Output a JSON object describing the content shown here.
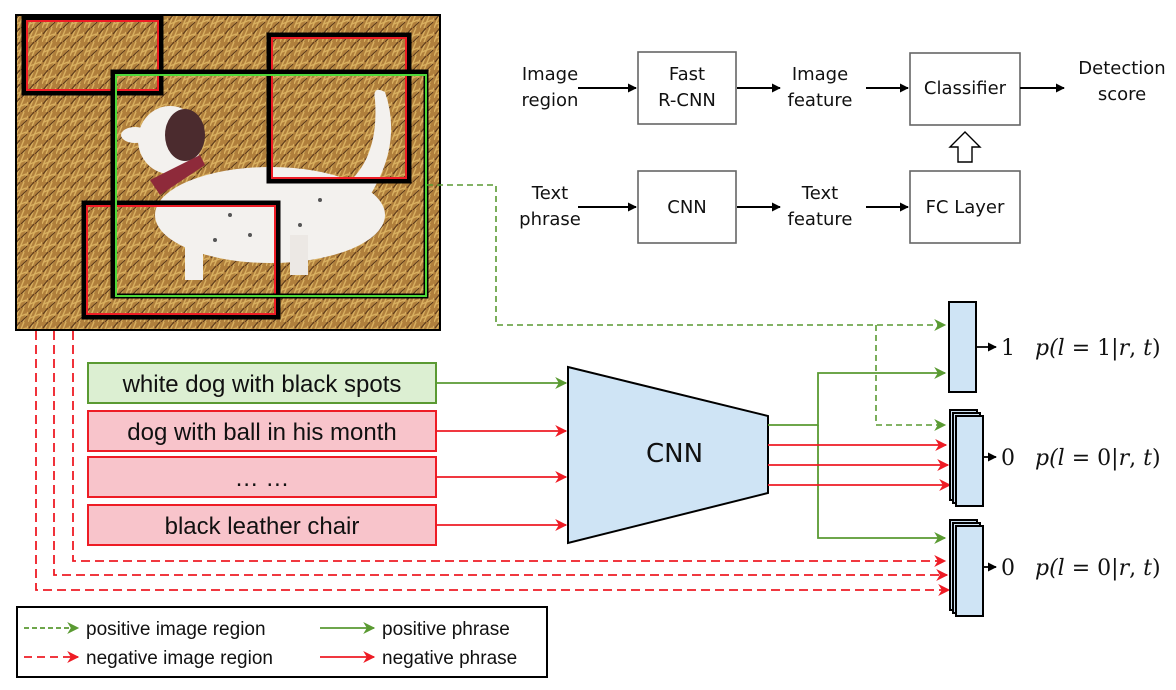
{
  "colors": {
    "positive": "#5a9a32",
    "negative": "#ee1c25",
    "positive_fill": "#dcefd2",
    "negative_fill": "#f8c4cb",
    "net_fill": "#cfe4f5",
    "box_stroke": "#666666",
    "ink": "#000000"
  },
  "photo": {
    "description": "Photo of a white dog with dark spots standing in dry golden grass",
    "boxes": [
      {
        "type": "negative"
      },
      {
        "type": "negative"
      },
      {
        "type": "positive"
      },
      {
        "type": "negative"
      }
    ]
  },
  "pipeline": {
    "row1": {
      "input": [
        "Image",
        "region"
      ],
      "block": [
        "Fast",
        "R-CNN"
      ],
      "feature": [
        "Image",
        "feature"
      ],
      "classifier": "Classifier",
      "output": [
        "Detection",
        "score"
      ]
    },
    "row2": {
      "input": [
        "Text",
        "phrase"
      ],
      "block": "CNN",
      "feature": [
        "Text",
        "feature"
      ],
      "fc": "FC Layer"
    }
  },
  "phrases": [
    {
      "text": "white dog with black spots",
      "type": "positive"
    },
    {
      "text": "dog with ball in his month",
      "type": "negative"
    },
    {
      "text": "… …",
      "type": "negative"
    },
    {
      "text": "black leather chair",
      "type": "negative"
    }
  ],
  "text_cnn_label": "CNN",
  "outputs": [
    {
      "label": "1",
      "prob_prefix": "p(",
      "var": "l",
      "eq": " = 1|",
      "r": "r",
      "comma": ", ",
      "t": "t",
      "close": ")"
    },
    {
      "label": "0",
      "prob_prefix": "p(",
      "var": "l",
      "eq": " = 0|",
      "r": "r",
      "comma": ", ",
      "t": "t",
      "close": ")"
    },
    {
      "label": "0",
      "prob_prefix": "p(",
      "var": "l",
      "eq": " = 0|",
      "r": "r",
      "comma": ", ",
      "t": "t",
      "close": ")"
    }
  ],
  "legend": {
    "items": [
      {
        "label": "positive image region",
        "style": "dashed",
        "type": "positive"
      },
      {
        "label": "positive phrase",
        "style": "solid",
        "type": "positive"
      },
      {
        "label": "negative image region",
        "style": "dashed",
        "type": "negative"
      },
      {
        "label": "negative phrase",
        "style": "solid",
        "type": "negative"
      }
    ]
  }
}
